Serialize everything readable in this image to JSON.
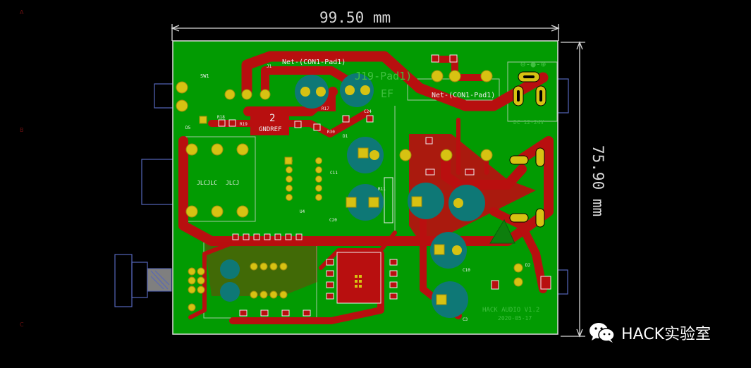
{
  "dimensions": {
    "width_label": "99.50 mm",
    "height_label": "75.90 mm"
  },
  "labels": {
    "net_top": "Net-(CON1-Pad1)",
    "net_right": "Net-(CON1-Pad1)",
    "net_partial": "J19-Pad1)",
    "ef": "EF",
    "gndref": "GNDREF",
    "num_2": "2",
    "sw1": "SW1",
    "j1": "J1",
    "r18": "R18",
    "r19": "R19",
    "r17": "R17",
    "c24": "C24",
    "r30": "R30",
    "d1": "D1",
    "d5": "D5",
    "c11": "C11",
    "c20": "C20",
    "r11": "R11",
    "u4": "U4",
    "jlcjlc": "JLCJLC",
    "jlcj": "JLCJ",
    "power_symbols": "⊖-●-⊕",
    "dc_rating": "DC 12-24V",
    "brand_line1": "HACK AUDIO V1.2",
    "brand_line2": "2020-05-17",
    "d2": "D2",
    "c10": "C10",
    "c3": "C3"
  },
  "watermark": {
    "icon": "wechat-icon",
    "text": "HACK实验室"
  },
  "frame_marks": [
    "A",
    "B",
    "C"
  ],
  "colors": {
    "background": "#000000",
    "board": "#029b02",
    "copper_red": "#b80f0f",
    "pad": "#d7c212",
    "via_teal": "#0e7876",
    "silk": "#eeeeee",
    "outline": "#dcdcdc",
    "dimension": "#d8d8d8",
    "body_outline": "#5566bb",
    "grey_fill": "#7f7f7f"
  }
}
